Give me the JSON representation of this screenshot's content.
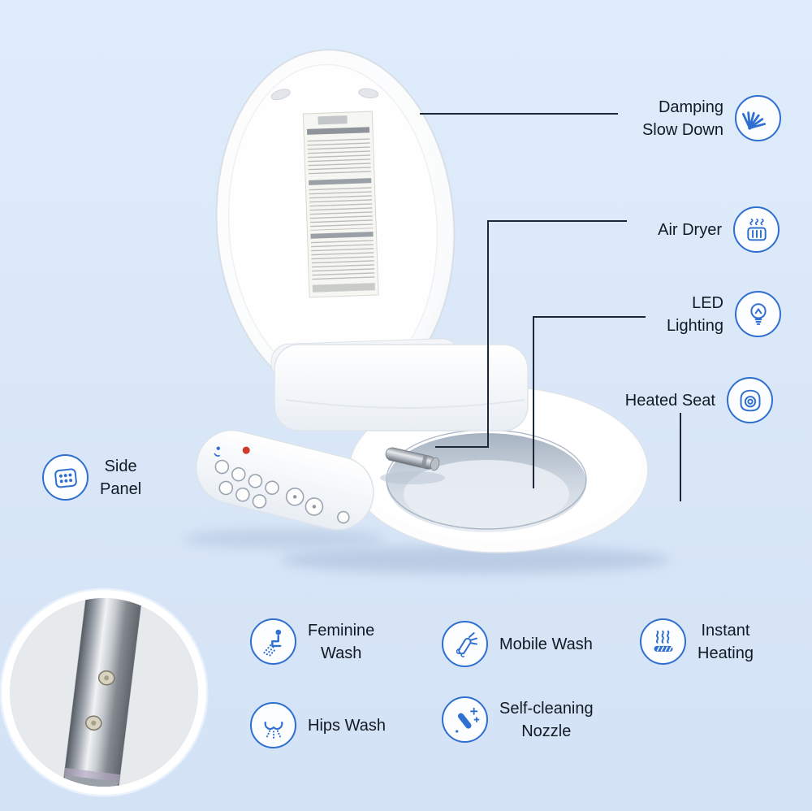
{
  "palette": {
    "background_top": "#dfecfb",
    "background_bottom": "#d3e2f5",
    "accent_blue": "#2f6fd0",
    "connector_line": "#1d2836",
    "text": "#121a24",
    "red_button": "#d03a2c"
  },
  "callouts": {
    "damping": {
      "lines": [
        "Damping",
        "Slow Down"
      ],
      "icon": "fan-damping-icon"
    },
    "air_dryer": {
      "lines": [
        "Air Dryer"
      ],
      "icon": "air-dryer-icon"
    },
    "led_lighting": {
      "lines": [
        "LED",
        "Lighting"
      ],
      "icon": "light-bulb-icon"
    },
    "heated_seat": {
      "lines": [
        "Heated Seat"
      ],
      "icon": "heated-seat-icon"
    },
    "side_panel": {
      "lines": [
        "Side",
        "Panel"
      ],
      "icon": "control-panel-icon"
    }
  },
  "features": {
    "feminine_wash": {
      "lines": [
        "Feminine",
        "Wash"
      ],
      "icon": "feminine-wash-icon"
    },
    "mobile_wash": {
      "lines": [
        "Mobile Wash"
      ],
      "icon": "mobile-wash-icon"
    },
    "instant_heating": {
      "lines": [
        "Instant",
        "Heating"
      ],
      "icon": "instant-heating-icon"
    },
    "hips_wash": {
      "lines": [
        "Hips Wash"
      ],
      "icon": "hips-wash-icon"
    },
    "self_cleaning_nozzle": {
      "lines": [
        "Self-cleaning",
        "Nozzle"
      ],
      "icon": "self-clean-nozzle-icon"
    }
  }
}
